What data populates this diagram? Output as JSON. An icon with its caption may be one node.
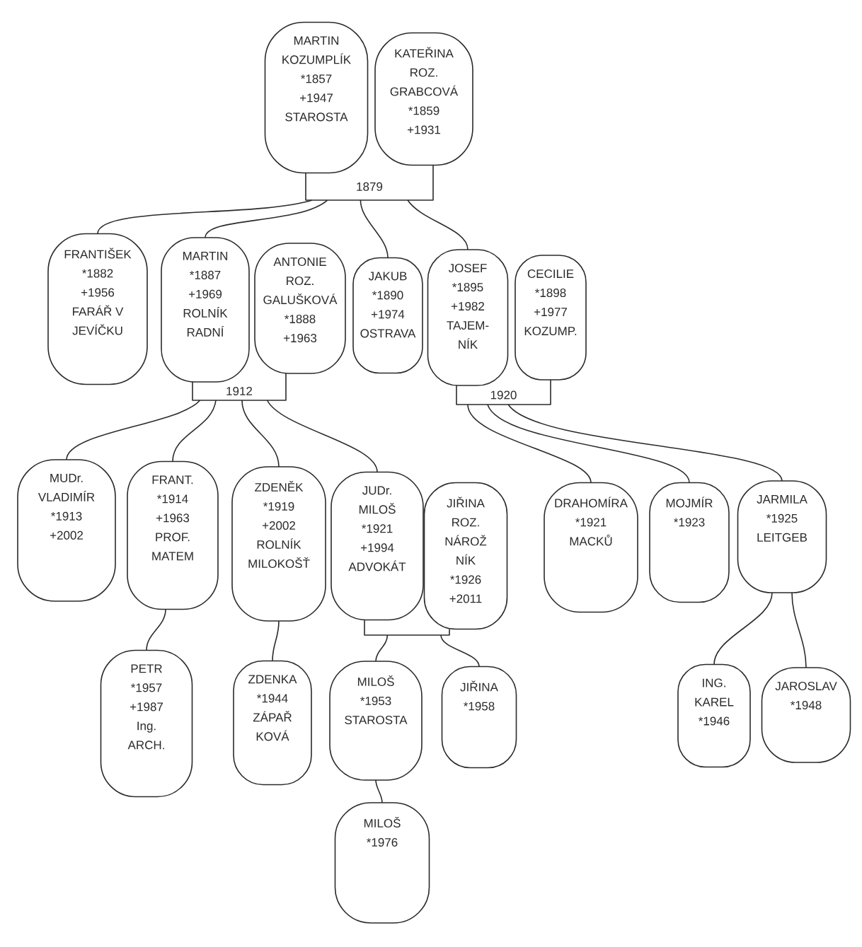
{
  "diagram": {
    "nodes": [
      {
        "text": [
          "MARTIN KOZUMPLÍK",
          "*1857",
          "+1947",
          "STAROSTA"
        ]
      },
      {
        "text": [
          "KATEŘINA ROZ. GRABCOVÁ",
          "*1859",
          "+1931"
        ]
      },
      {
        "text": [
          "1879"
        ]
      },
      {
        "text": [
          "FRANTIŠEK",
          "*1882",
          "+1956",
          "FARÁŘ V JEVÍČKU"
        ]
      },
      {
        "text": [
          "MARTIN",
          "*1887",
          "+1969",
          "ROLNÍK RADNÍ"
        ]
      },
      {
        "text": [
          "ANTONIE ROZ. GALUŠKOVÁ",
          "*1888",
          "+1963"
        ]
      },
      {
        "text": [
          "JAKUB",
          "*1890",
          "+1974",
          "OSTRAVA"
        ]
      },
      {
        "text": [
          "JOSEF",
          "*1895",
          "+1982",
          "TAJEM- NÍK"
        ]
      },
      {
        "text": [
          "CECILIE",
          "*1898",
          "+1977",
          "KOZUMP."
        ]
      },
      {
        "text": [
          "1912"
        ]
      },
      {
        "text": [
          "1920"
        ]
      },
      {
        "text": [
          "MUDr. VLADIMÍR",
          "*1913",
          "+2002"
        ]
      },
      {
        "text": [
          "FRANT.",
          "*1914",
          "+1963",
          "PROF. MATEM"
        ]
      },
      {
        "text": [
          "ZDENĚK",
          "*1919",
          "+2002",
          "ROLNÍK MILOKOŠŤ"
        ]
      },
      {
        "text": [
          "JUDr. MILOŠ",
          "*1921",
          "+1994",
          "ADVOKÁT"
        ]
      },
      {
        "text": [
          "JIŘINA ROZ. NÁROŽ NÍK",
          "*1926",
          "+2011"
        ]
      },
      {
        "text": [
          "DRAHOMÍRA",
          "*1921",
          "MACKŮ"
        ]
      },
      {
        "text": [
          "MOJMÍR",
          "*1923"
        ]
      },
      {
        "text": [
          "JARMILA",
          "*1925",
          "LEITGEB"
        ]
      },
      {
        "text": [],
        "shape": "box"
      },
      {
        "text": [
          "PETR",
          "*1957",
          "+1987",
          "Ing. ARCH."
        ]
      },
      {
        "text": [
          "ZDENKA",
          "*1944",
          "ZÁPAŘ KOVÁ"
        ]
      },
      {
        "text": [
          "MILOŠ",
          "*1953",
          "STAROSTA"
        ]
      },
      {
        "text": [
          "JIŘINA",
          "*1958"
        ]
      },
      {
        "text": [
          "ING. KAREL",
          "*1946"
        ]
      },
      {
        "text": [
          "JAROSLAV",
          "*1948"
        ]
      },
      {
        "text": [
          "MILOŠ",
          "*1976"
        ]
      }
    ],
    "edges": [
      {
        "from": 2,
        "to": 3,
        "arrow": "none"
      },
      {
        "from": 2,
        "to": 4,
        "arrow": "none"
      },
      {
        "from": 2,
        "to": 6,
        "arrow": "none"
      },
      {
        "from": 2,
        "to": 7,
        "arrow": "none"
      },
      {
        "from": 9,
        "to": 11,
        "arrow": "none"
      },
      {
        "from": 9,
        "to": 12,
        "arrow": "none"
      },
      {
        "from": 9,
        "to": 13,
        "arrow": "none"
      },
      {
        "from": 9,
        "to": 14,
        "arrow": "none"
      },
      {
        "from": 10,
        "to": 16,
        "arrow": "none"
      },
      {
        "from": 10,
        "to": 17,
        "arrow": "none"
      },
      {
        "from": 10,
        "to": 18,
        "arrow": "none"
      },
      {
        "from": 12,
        "to": 20,
        "arrow": "none"
      },
      {
        "from": 13,
        "to": 21,
        "arrow": "none"
      },
      {
        "from": 19,
        "to": 22,
        "arrow": "none"
      },
      {
        "from": 19,
        "to": 23,
        "arrow": "none"
      },
      {
        "from": 22,
        "to": 26,
        "arrow": "none"
      },
      {
        "from": 18,
        "to": 24,
        "arrow": "none"
      },
      {
        "from": 18,
        "to": 25,
        "arrow": "none"
      }
    ]
  }
}
